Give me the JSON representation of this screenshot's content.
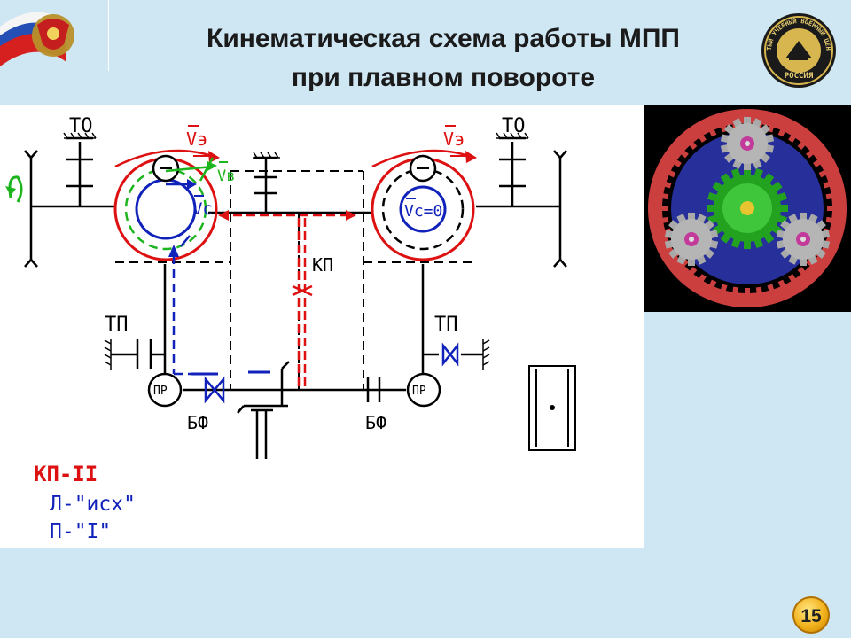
{
  "header": {
    "title_line1": "Кинематическая схема работы МПП",
    "title_line2": "при плавном повороте",
    "emblem_left_icon": "eagle-emblem-icon",
    "emblem_right_icon": "center-seal-icon",
    "seal_text_top": "ПЯТЫЙ УЧЕБНЫЙ ВОЕННЫЙ ЦЕНТР",
    "seal_text_bottom": "РОССИЯ"
  },
  "diagram": {
    "label_to_left": "ТО",
    "label_to_right": "ТО",
    "label_tp_left": "ТП",
    "label_tp_right": "ТП",
    "label_pr_left": "ПР",
    "label_pr_right": "ПР",
    "label_bf_left": "БФ",
    "label_bf_right": "БФ",
    "label_kp": "КП",
    "v_e_left": "Vэ",
    "v_e_right": "Vэ",
    "v_v": "Vв",
    "v_c": "Vс",
    "v_c_right": "Vс=0",
    "gear_state_title": "КП-II",
    "gear_state_left": "Л-\"исх\"",
    "gear_state_right": "П-\"I\"",
    "colors": {
      "red": "#dd1111",
      "blue": "#1122bb",
      "green": "#1db51d"
    }
  },
  "animation_panel": {
    "icon": "planetary-gear-icon"
  },
  "footer": {
    "slide_number": "15"
  }
}
